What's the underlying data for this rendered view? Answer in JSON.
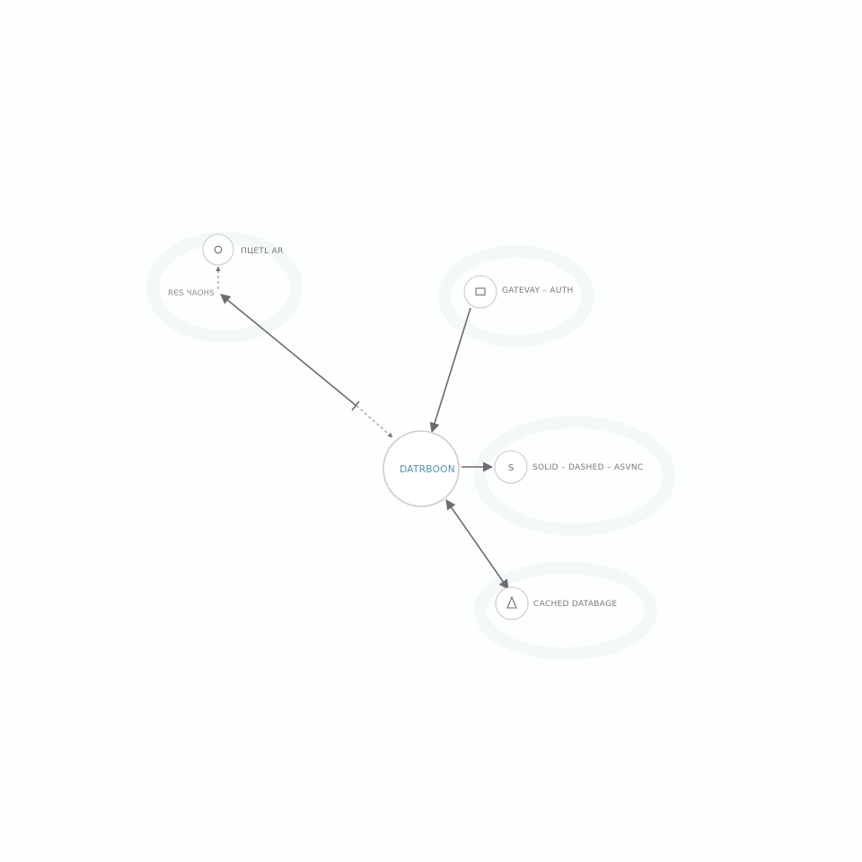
{
  "diagram": {
    "hub": {
      "label": "DATRBOON"
    },
    "nodes": [
      {
        "id": "top-left",
        "label": "ПЦЕТL AR",
        "glyph": "circle-icon"
      },
      {
        "id": "gateway",
        "label": "GATEVAY – AUTH",
        "glyph": "square-icon"
      },
      {
        "id": "solid",
        "label": "SOLID – DASHED – ASVNC",
        "glyph": "s-letter-icon",
        "glyph_text": "S"
      },
      {
        "id": "cached",
        "label": "CACHED DATABAGE",
        "glyph": "triangle-icon"
      }
    ],
    "edge_labels": {
      "top_left_edge": "RЄS ЧАОНЅ"
    },
    "colors": {
      "background": "#fdfefe",
      "hub_label": "#4f8fb3",
      "edge": "#6e6a70",
      "node_ring": "#cfd3d6"
    }
  }
}
